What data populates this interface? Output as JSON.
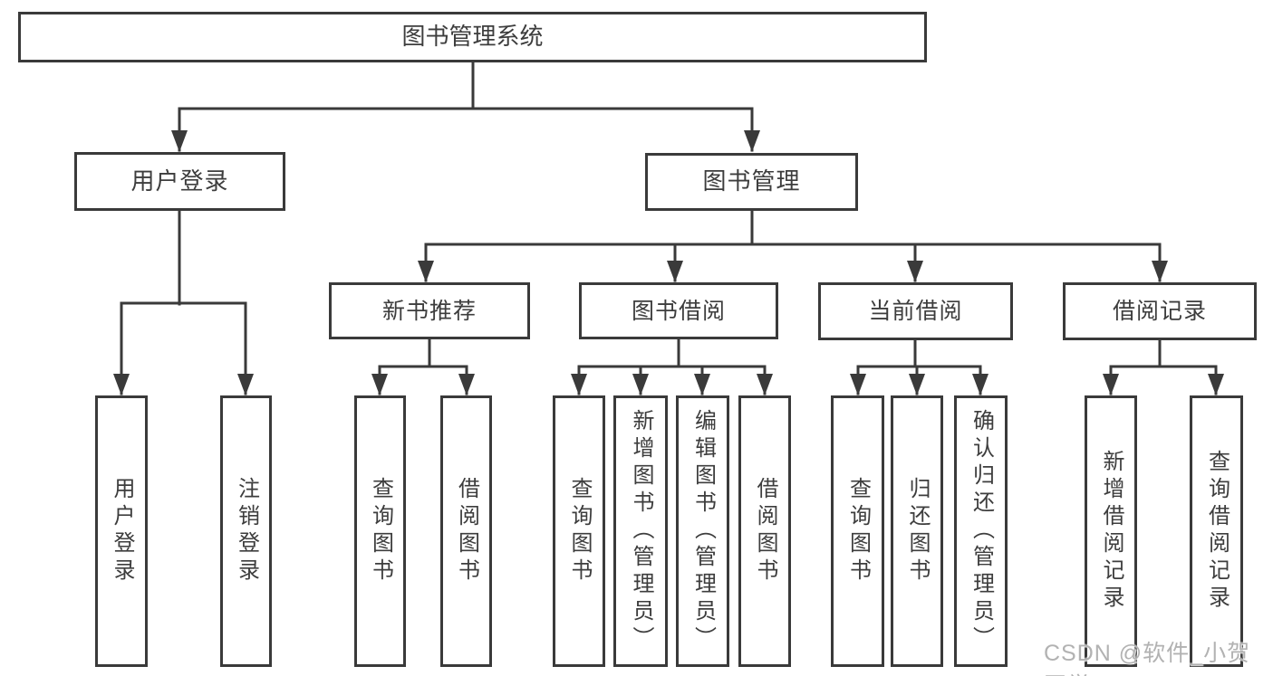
{
  "diagram": {
    "root": {
      "label": "图书管理系统"
    },
    "branches": [
      {
        "label": "用户登录",
        "leaves": [
          {
            "label": "用户登录"
          },
          {
            "label": "注销登录"
          }
        ]
      },
      {
        "label": "图书管理",
        "groups": [
          {
            "label": "新书推荐",
            "leaves": [
              {
                "label": "查询图书"
              },
              {
                "label": "借阅图书"
              }
            ]
          },
          {
            "label": "图书借阅",
            "leaves": [
              {
                "label": "查询图书"
              },
              {
                "label": "新增图书（管理员）"
              },
              {
                "label": "编辑图书（管理员）"
              },
              {
                "label": "借阅图书"
              }
            ]
          },
          {
            "label": "当前借阅",
            "leaves": [
              {
                "label": "查询图书"
              },
              {
                "label": "归还图书"
              },
              {
                "label": "确认归还（管理员）"
              }
            ]
          },
          {
            "label": "借阅记录",
            "leaves": [
              {
                "label": "新增借阅记录"
              },
              {
                "label": "查询借阅记录"
              }
            ]
          }
        ]
      }
    ]
  },
  "watermark": {
    "text": "CSDN @软件_小贺同学"
  },
  "colors": {
    "line": "#3a3a3a",
    "text": "#3d3d3d",
    "background": "#ffffff",
    "watermark": "#b2b2b2"
  }
}
